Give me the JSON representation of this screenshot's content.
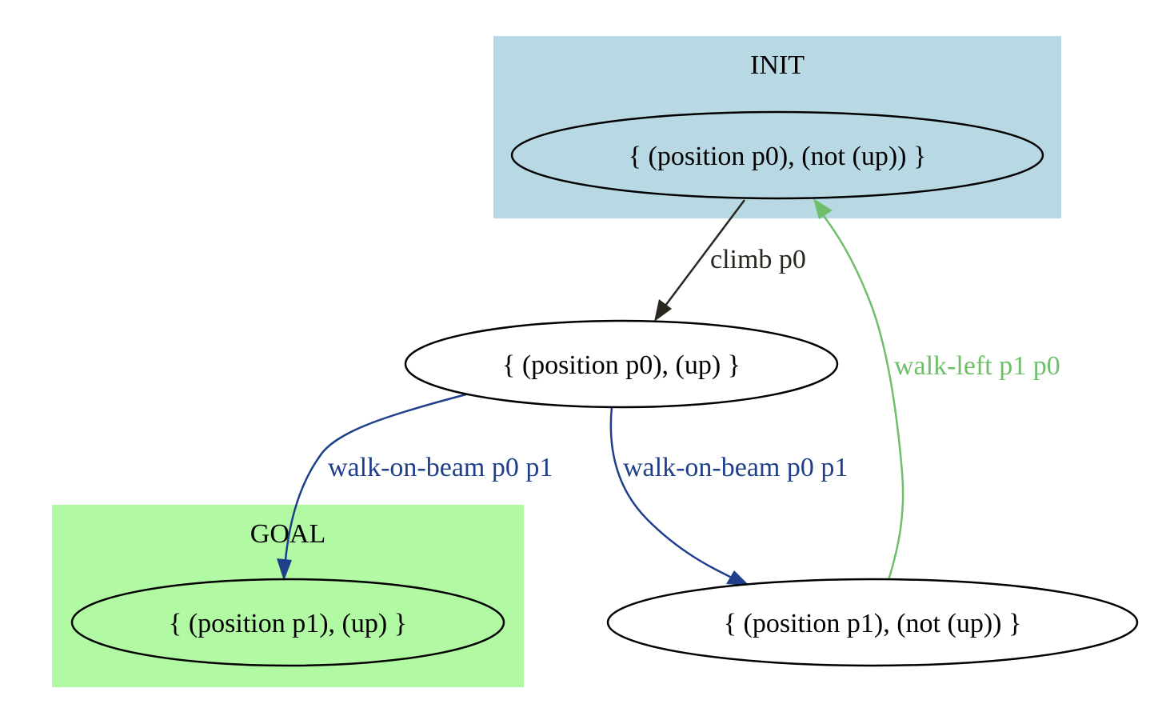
{
  "clusters": {
    "init": {
      "label": "INIT",
      "color": "#b8d9e4"
    },
    "goal": {
      "label": "GOAL",
      "color": "#b1f9a3"
    }
  },
  "nodes": {
    "init_state": {
      "label": "{ (position p0), (not (up)) }"
    },
    "up_state": {
      "label": "{ (position p0), (up) }"
    },
    "goal_state": {
      "label": "{ (position p1), (up) }"
    },
    "p1_down_state": {
      "label": "{ (position p1), (not (up)) }"
    }
  },
  "edges": {
    "climb": {
      "label": "climb p0",
      "color": "#2a2620"
    },
    "walk_on_beam_goal": {
      "label": "walk-on-beam p0 p1",
      "color": "#1f3f8a"
    },
    "walk_on_beam_p1": {
      "label": "walk-on-beam p0 p1",
      "color": "#1f3f8a"
    },
    "walk_left": {
      "label": "walk-left p1 p0",
      "color": "#6fbf6a"
    }
  }
}
